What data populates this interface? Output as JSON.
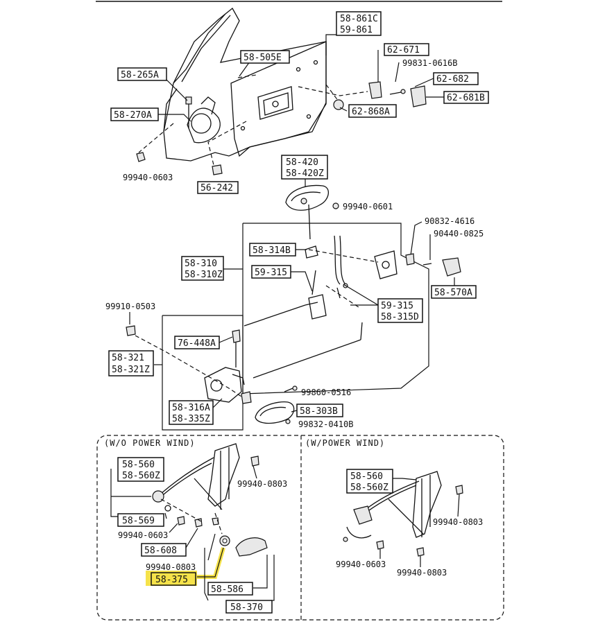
{
  "labels": {
    "p58_861C": "58-861C",
    "p59_861": "59-861",
    "p58_505E": "58-505E",
    "p58_265A": "58-265A",
    "p58_270A": "58-270A",
    "p99940_0603_a": "99940-0603",
    "p56_242": "56-242",
    "p62_671": "62-671",
    "p99831_0616B": "99831-0616B",
    "p62_682": "62-682",
    "p62_681B": "62-681B",
    "p62_868A": "62-868A",
    "p58_420": "58-420",
    "p58_420Z": "58-420Z",
    "p99940_0601": "99940-0601",
    "p90832_4616": "90832-4616",
    "p90440_0825": "90440-0825",
    "p58_314B": "58-314B",
    "p58_310": "58-310",
    "p58_310Z": "58-310Z",
    "p59_315a": "59-315",
    "p58_570A": "58-570A",
    "p59_315b": "59-315",
    "p58_315D": "58-315D",
    "p99910_0503": "99910-0503",
    "p76_448A": "76-448A",
    "p58_321": "58-321",
    "p58_321Z": "58-321Z",
    "p99860_0516": "99860-0516",
    "p58_316A": "58-316A",
    "p58_335Z": "58-335Z",
    "p58_303B": "58-303B",
    "p99832_0410B": "99832-0410B",
    "sec_wo": "(W/O POWER WIND)",
    "sec_w": "(W/POWER WIND)",
    "p58_560a": "58-560",
    "p58_560Za": "58-560Z",
    "p99940_0803_a": "99940-0803",
    "p58_569": "58-569",
    "p99940_0603_b": "99940-0603",
    "p58_608": "58-608",
    "p99940_0803_b": "99940-0803",
    "p58_375": "58-375",
    "p58_586": "58-586",
    "p58_370": "58-370",
    "p58_560b": "58-560",
    "p58_560Zb": "58-560Z",
    "p99940_0803_c": "99940-0803",
    "p99940_0603_c": "99940-0603",
    "p99940_0803_d": "99940-0803"
  },
  "colors": {
    "highlight": "#f5e24a",
    "ink": "#111111"
  }
}
